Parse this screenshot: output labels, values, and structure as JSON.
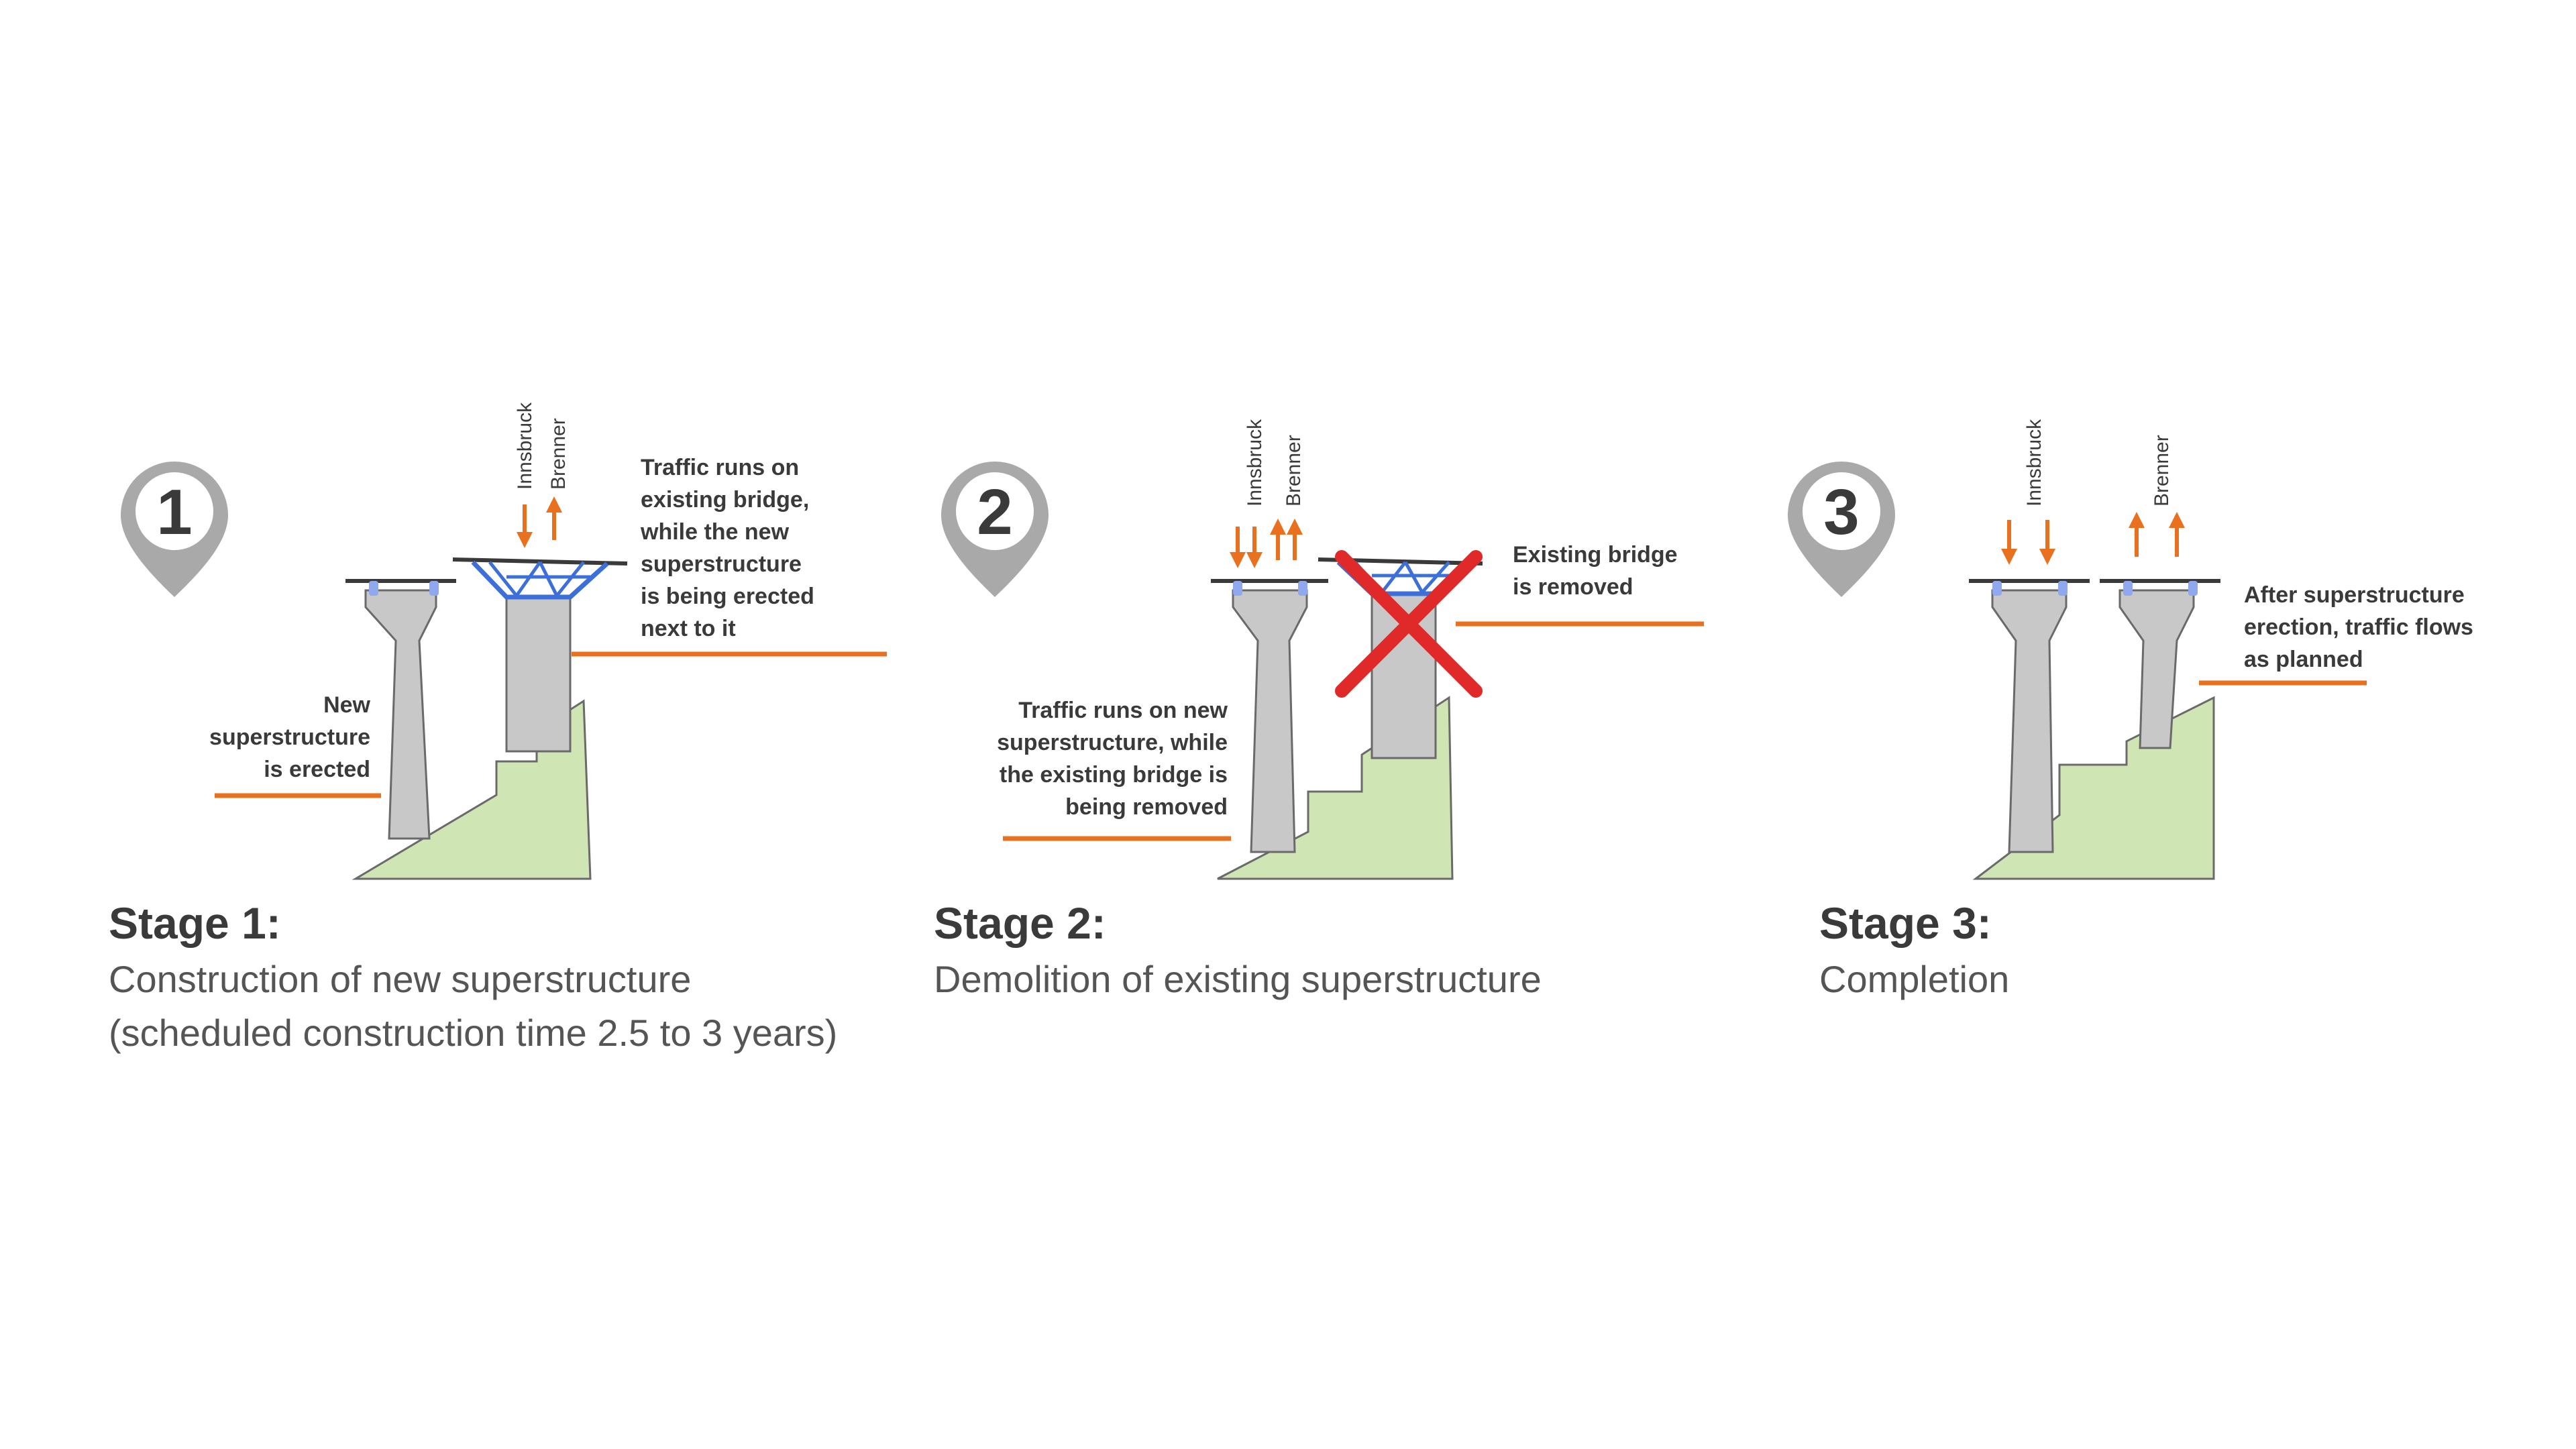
{
  "colors": {
    "pillar": "#c8c8c8",
    "pillar_stroke": "#6a6a6a",
    "deck_line": "#3a3a3a",
    "truss": "#3d6fd8",
    "lane_marker": "#8fa8ee",
    "terrain": "#cfe5b4",
    "terrain_stroke": "#6a6a6a",
    "arrow": "#e8701e",
    "leader_line": "#e8701e",
    "cross": "#e02a2a",
    "badge": "#a9a9a9",
    "text": "#3a3a3a"
  },
  "stages": [
    {
      "number": "1",
      "icon": "location-pin-icon",
      "title": "Stage 1:",
      "description": [
        "Construction of new superstructure",
        "(scheduled construction time 2.5 to 3 years)"
      ],
      "direction_labels": [
        "Innsbruck",
        "Brenner"
      ],
      "annotations": {
        "left": [
          "New",
          "superstructure",
          "is erected"
        ],
        "right": [
          "Traffic runs on",
          "existing bridge,",
          "while the new",
          "superstructure",
          "is being erected",
          "next to it"
        ]
      }
    },
    {
      "number": "2",
      "icon": "location-pin-icon",
      "title": "Stage 2:",
      "description": [
        "Demolition of existing superstructure"
      ],
      "direction_labels": [
        "Innsbruck",
        "Brenner"
      ],
      "annotations": {
        "left": [
          "Traffic runs on new",
          "superstructure, while",
          "the existing bridge is",
          "being removed"
        ],
        "right": [
          "Existing bridge",
          "is removed"
        ]
      }
    },
    {
      "number": "3",
      "icon": "location-pin-icon",
      "title": "Stage 3:",
      "description": [
        "Completion"
      ],
      "direction_labels": [
        "Innsbruck",
        "Brenner"
      ],
      "annotations": {
        "right": [
          "After superstructure",
          "erection, traffic flows",
          "as planned"
        ]
      }
    }
  ]
}
